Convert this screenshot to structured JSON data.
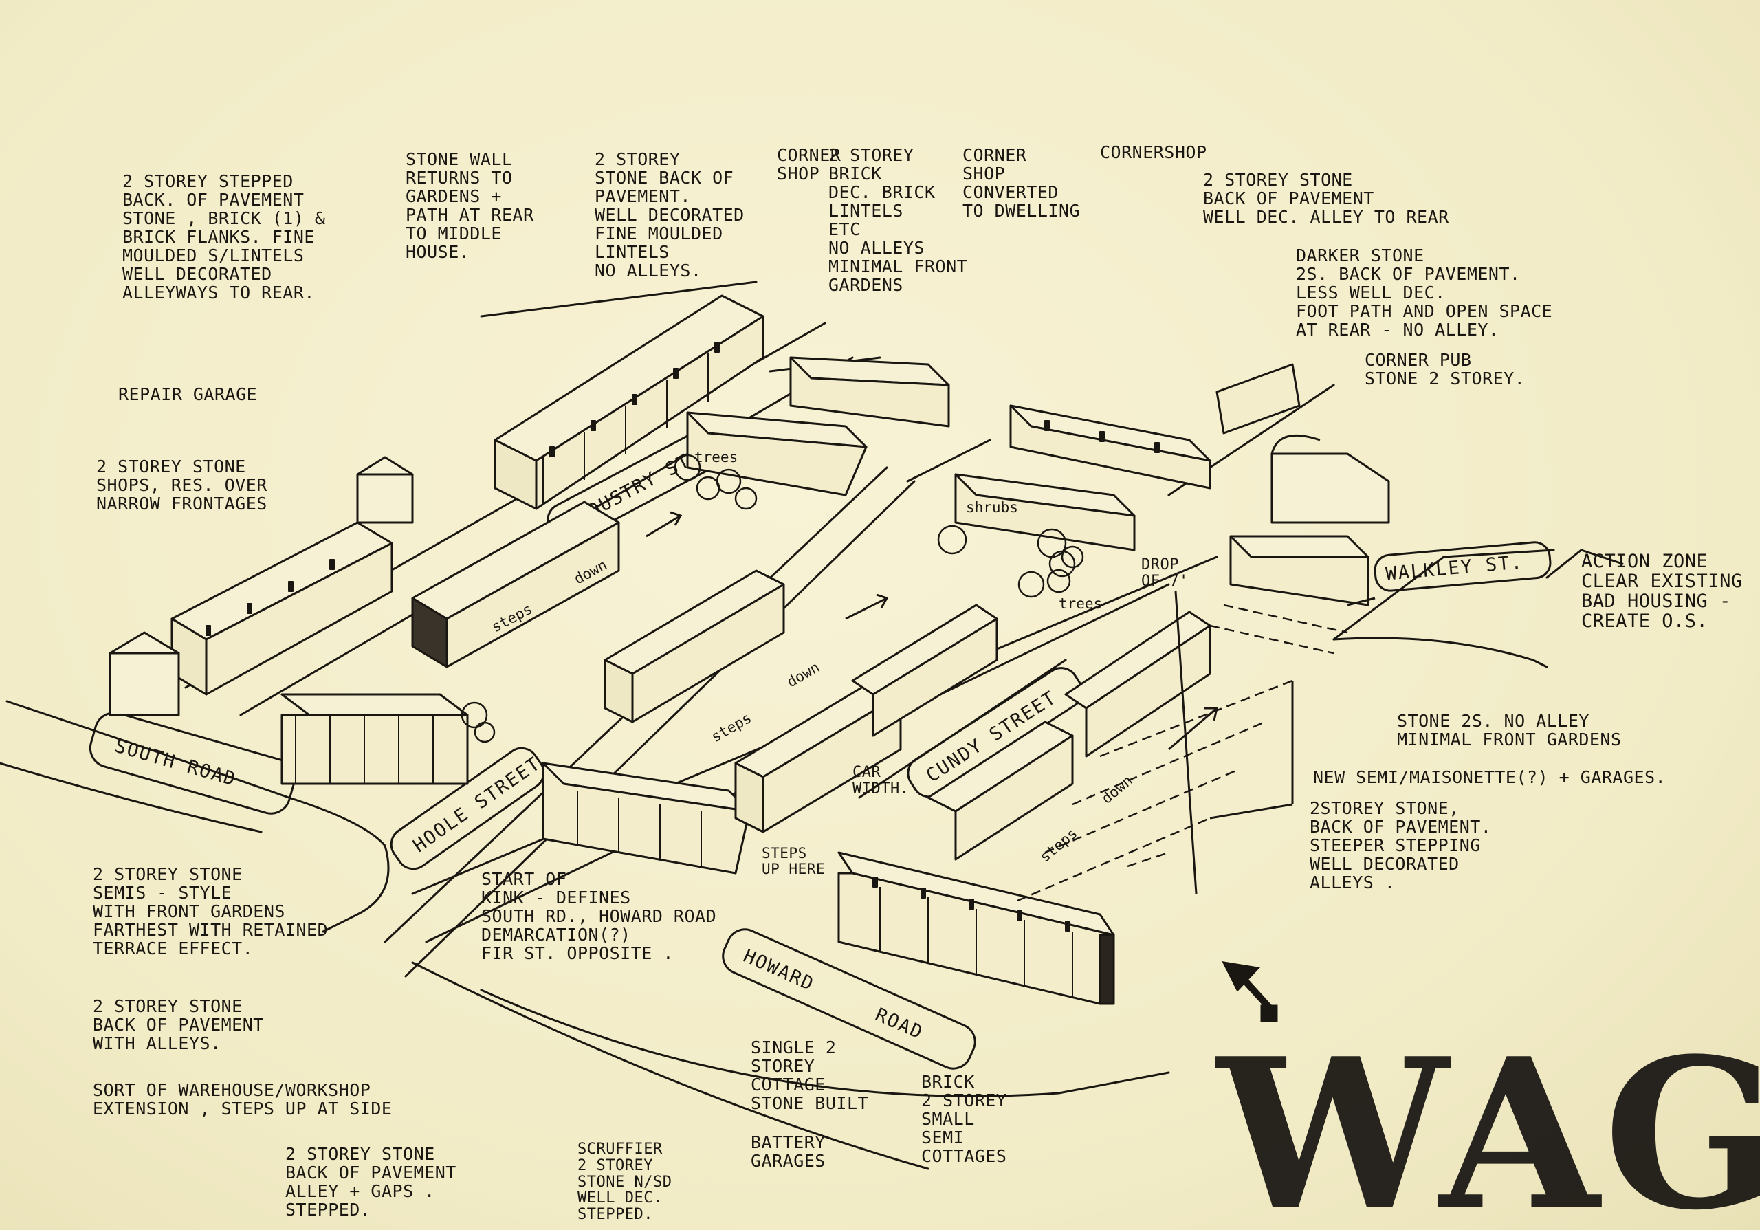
{
  "notes": {
    "n_stepped_brick": "2 storey stepped\nback. of pavement\nstone , brick (1) &\nbrick flanks. fine\nmoulded s/lintels\nwell decorated\nalleyways to rear.",
    "n_stone_wall": "stone wall\nreturns to\ngardens +\npath at rear\nto middle\nhouse.",
    "n_stone_back": "2 storey\nstone back of\npavement.\nwell decorated\nfine moulded\nlintels\nno alleys.",
    "n_corner_shop": "corner\nshop",
    "n_brick_dec": "2 storey\nbrick\ndec. brick\nlintels\netc\nno alleys\nminimal front\ngardens",
    "n_corner_converted": "corner\nshop\nconverted\nto dwelling",
    "n_cornershop": "cornershop",
    "n_stone_alley": "2 storey stone\nback of pavement\nwell dec.   alley to rear",
    "n_darker_stone": "darker stone\n2s. back of pavement.\nless well dec.\nfoot path and open space\nat rear - no alley.",
    "n_corner_pub": "corner pub\nstone 2 storey.",
    "n_repair_garage": "repair garage",
    "n_shops": "2 storey stone\nshops, res. over\nnarrow frontages",
    "n_action_zone": "action zone\nclear existing\nbad housing -\ncreate o.s.",
    "n_stone_no_alley": "stone 2s. no alley\nminimal front gardens",
    "n_new_semi": "new semi/maisonette(?) + garages.",
    "n_steeper": "2storey stone,\nback of pavement.\nsteeper stepping\nwell decorated\nalleys .",
    "n_semis": "2 storey stone\nsemis - style\nwith front gardens\nfarthest with retained\nterrace effect.",
    "n_stone_alleys": "2 storey stone\nback of pavement\nwith alleys.",
    "n_warehouse": "sort of warehouse/workshop\nextension , steps up at side",
    "n_alley_gaps": "2 storey stone\nback of pavement\nalley + gaps .\nstepped.",
    "n_scruffier": "scruffier\n2 storey\nstone n/sd\nwell dec.\nstepped.",
    "n_start_kink": "start of\nkink - defines\nsouth rd., howard road\ndemarcation(?)\nfir st. opposite .",
    "n_single_storey": "single 2\nstorey\ncottage\nstone built",
    "n_battery": "battery\ngarages",
    "n_brick_cottages": "brick\n2 storey\nsmall\nsemi\ncottages"
  },
  "streets": {
    "south_road": "SOUTH ROAD",
    "hoole_street": "HOOLE STREET",
    "howard_road_a": "HOWARD",
    "howard_road_b": "ROAD",
    "cundy_street": "CUNDY STREET",
    "industry_street": "INDUSTRY STREET",
    "walkley_st": "WALKLEY ST."
  },
  "annotations": {
    "trees_1": "trees",
    "trees_2": "trees",
    "shrubs": "shrubs",
    "drop": "drop\nof 7'",
    "steps_1": "steps",
    "steps_2": "down",
    "steps_3": "steps",
    "steps_4": "down",
    "steps_5": "steps",
    "steps_6": "down",
    "car_width": "car\nwidth.",
    "steps_up": "steps\nup here"
  },
  "stamp": "WAG",
  "colors": {
    "paper": "#f4efcc",
    "ink": "#1a1712"
  }
}
